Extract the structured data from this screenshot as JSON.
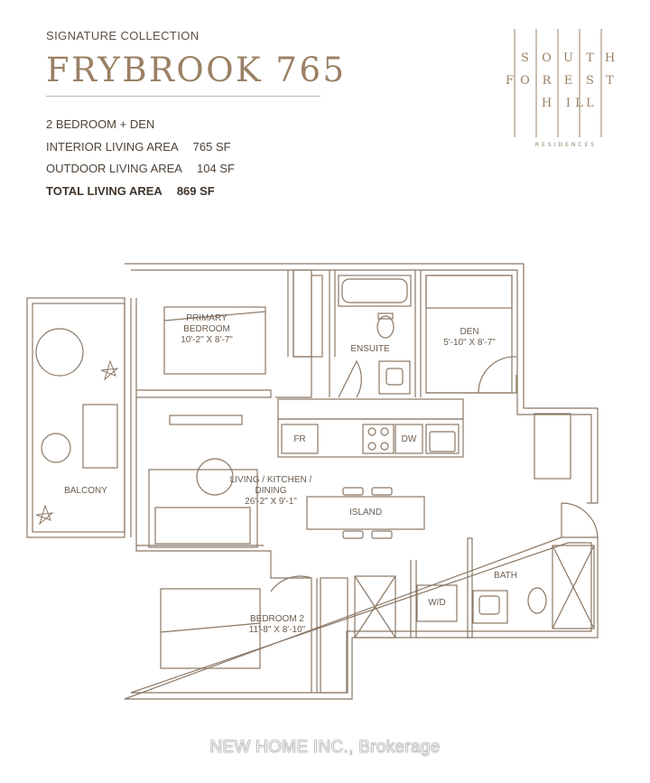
{
  "header": {
    "collection": "SIGNATURE COLLECTION",
    "title": "FRYBROOK 765"
  },
  "specs": [
    {
      "label": "2 BEDROOM  + DEN",
      "value": ""
    },
    {
      "label": "INTERIOR LIVING AREA",
      "value": "765 SF"
    },
    {
      "label": "OUTDOOR LIVING AREA",
      "value": "104 SF"
    },
    {
      "label": "TOTAL LIVING AREA",
      "value": "869 SF"
    }
  ],
  "logo": {
    "line1": "SOUTH",
    "line2": "FOREST",
    "line3": "HILL",
    "tagline": "RESIDENCES"
  },
  "rooms": {
    "primary_bedroom": {
      "name": "PRIMARY\nBEDROOM",
      "dims": "10'-2\" X 8'-7\""
    },
    "ensuite": {
      "name": "ENSUITE"
    },
    "den": {
      "name": "DEN",
      "dims": "5'-10\" X 8'-7\""
    },
    "living": {
      "name": "LIVING / KITCHEN /\nDINING",
      "dims": "26'-2\" X 9'-1\""
    },
    "balcony": {
      "name": "BALCONY"
    },
    "bedroom2": {
      "name": "BEDROOM 2",
      "dims": "11'-8\" X 8'-10\""
    },
    "bath": {
      "name": "BATH"
    }
  },
  "fixtures": {
    "fridge": "FR",
    "dishwasher": "DW",
    "island": "ISLAND",
    "washer_dryer": "W/D"
  },
  "watermark": "NEW HOME INC., Brokerage",
  "colors": {
    "title": "#9a8064",
    "line": "#8b7765",
    "text": "#4e4238"
  }
}
